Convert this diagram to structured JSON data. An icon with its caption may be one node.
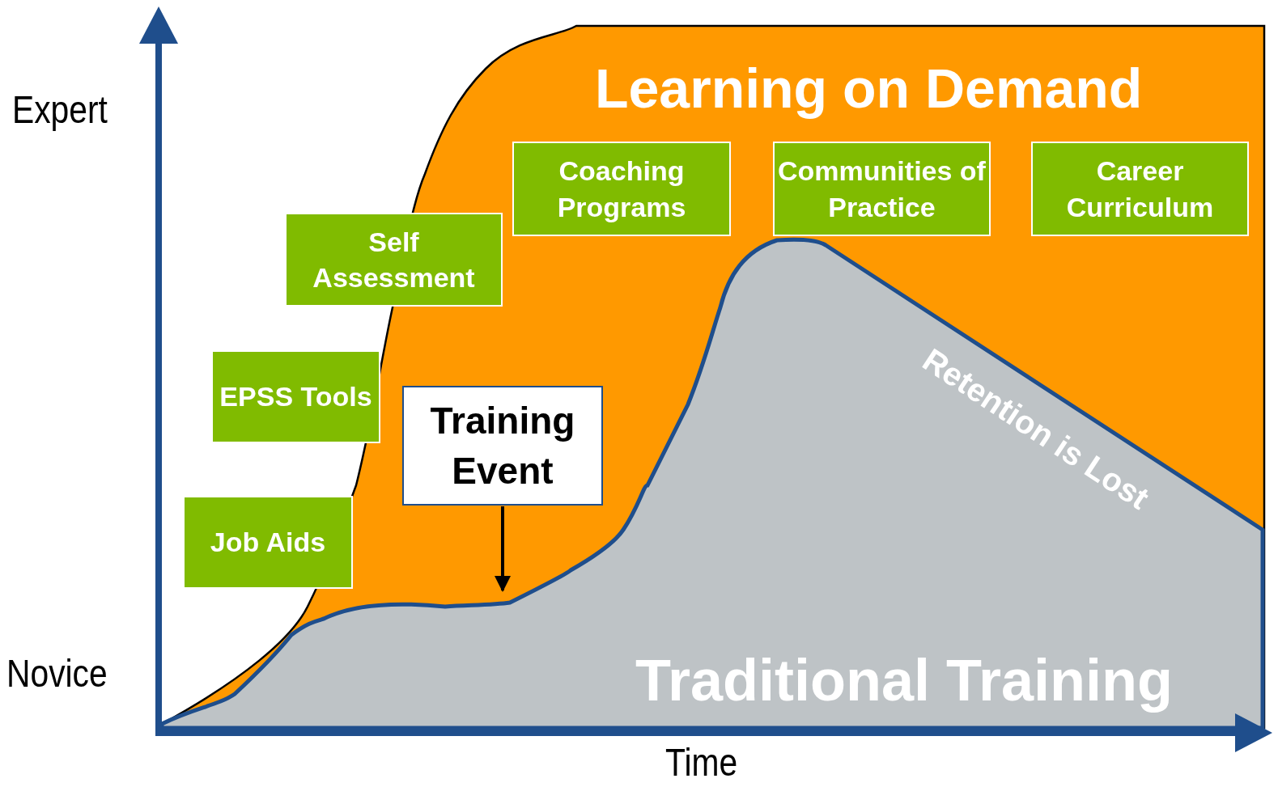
{
  "diagram": {
    "nodes": [
      {
        "text": [
          "Learning on Demand"
        ]
      },
      {
        "text": [
          "Coaching Programs"
        ],
        "in": 0
      },
      {
        "text": [
          "Communities of Practice"
        ],
        "in": 0
      },
      {
        "text": [
          "Career Curriculum"
        ],
        "in": 0
      },
      {
        "text": [
          "Self Assessment"
        ],
        "in": 0
      },
      {
        "text": [
          "EPSS Tools"
        ],
        "in": 0
      },
      {
        "text": [
          "Training Event"
        ],
        "in": 0
      },
      {
        "text": [
          "Job Aids"
        ],
        "in": 0
      },
      {
        "text": [
          "Retention is Lost",
          "Traditional Training"
        ],
        "in": 0
      }
    ],
    "edges": [
      {
        "from": 6,
        "to": 8,
        "arrow": "to"
      }
    ],
    "labels": [
      "Expert",
      "Novice",
      "Time"
    ]
  }
}
